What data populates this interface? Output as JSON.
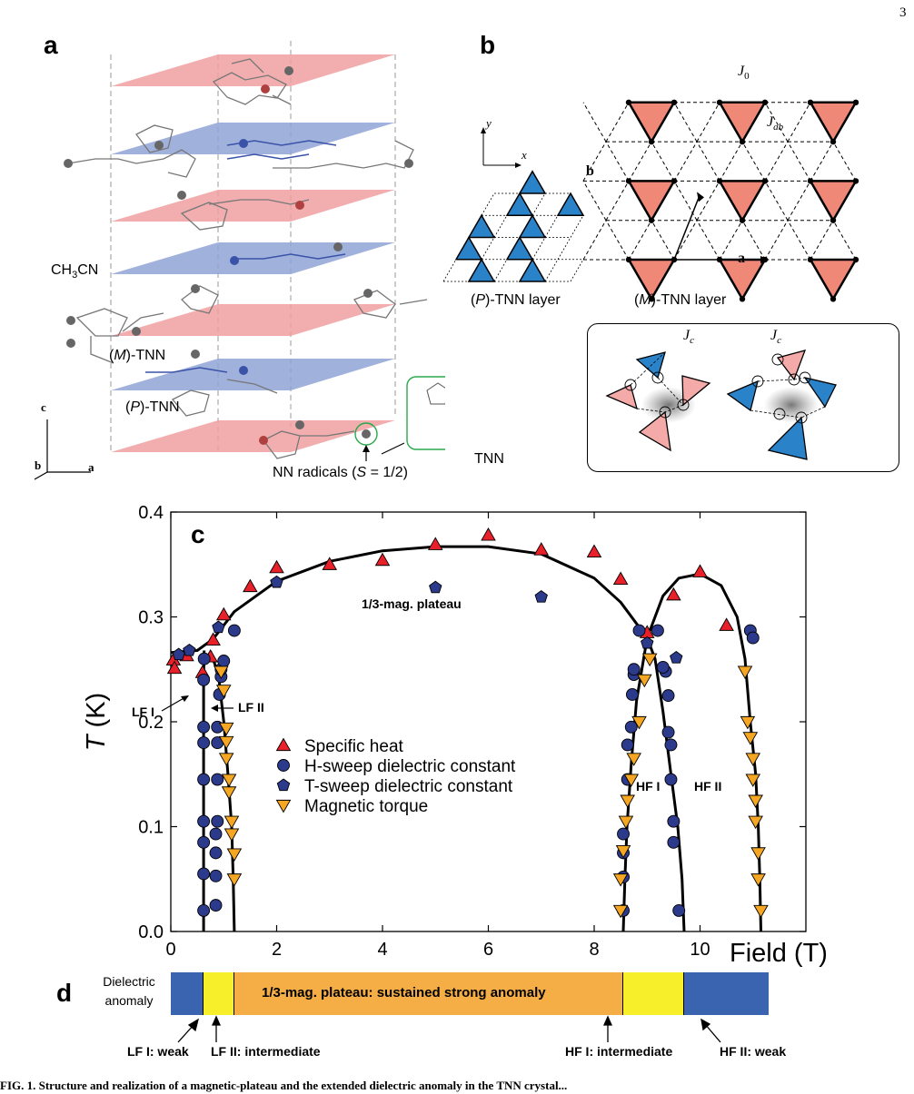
{
  "page_number": "3",
  "panel_a": {
    "letter": "a",
    "solvent_label": "CH",
    "solvent_sub": "3",
    "solvent_tail": "CN",
    "m_layer_prefix": "(",
    "m_layer_italic": "M",
    "m_layer_suffix": ")-TNN",
    "p_layer_prefix": "(",
    "p_layer_italic": "P",
    "p_layer_suffix": ")-TNN",
    "radical_label_prefix": "NN radicals (",
    "radical_label_italic": "S",
    "radical_label_suffix": " = 1/2)",
    "molecule_label": "TNN",
    "axis_c": "c",
    "axis_b": "b",
    "axis_a": "a",
    "colors": {
      "m_layer": "#f0a0a0",
      "p_layer": "#8fa3d6"
    }
  },
  "panel_b": {
    "letter": "b",
    "j0": "J",
    "j0_sub": "0",
    "jab": "J",
    "jab_sub": "ab",
    "vec_a": "a",
    "vec_b": "b",
    "axis_x": "x",
    "axis_y": "y",
    "p_layer_label_prefix": "(",
    "p_layer_label_italic": "P",
    "p_layer_label_suffix": ")-TNN layer",
    "m_layer_label_prefix": "(",
    "m_layer_label_italic": "M",
    "m_layer_label_suffix": ")-TNN layer",
    "jc_left": "J",
    "jc_left_sub": "c",
    "jc_right": "J",
    "jc_right_sub": "c",
    "colors": {
      "m_triangle": "#f08878",
      "p_triangle": "#2a82c8",
      "jc_pink": "#f4aaa8"
    }
  },
  "panel_c": {
    "letter": "c"
  },
  "chart_data": {
    "type": "scatter",
    "title": "",
    "xlabel": "Field (T)",
    "ylabel_italic": "T",
    "ylabel_suffix": " (K)",
    "xlim": [
      0,
      12
    ],
    "ylim": [
      0,
      0.4
    ],
    "xticks": [
      0,
      2,
      4,
      6,
      8,
      10
    ],
    "xtick_labels": [
      "0",
      "2",
      "4",
      "6",
      "8",
      "10"
    ],
    "yticks": [
      0.0,
      0.1,
      0.2,
      0.3,
      0.4
    ],
    "ytick_labels": [
      "0.0",
      "0.1",
      "0.2",
      "0.3",
      "0.4"
    ],
    "region_labels": [
      "1/3-mag. plateau",
      "LF I",
      "LF II",
      "HF I",
      "HF II"
    ],
    "legend_position": "lower-left",
    "series": [
      {
        "name": "Specific heat",
        "marker": "triangle-up",
        "color": "#e8202a",
        "points": [
          [
            0.05,
            0.259
          ],
          [
            0.07,
            0.251
          ],
          [
            0.3,
            0.263
          ],
          [
            0.6,
            0.247
          ],
          [
            0.75,
            0.262
          ],
          [
            0.8,
            0.278
          ],
          [
            1.0,
            0.302
          ],
          [
            1.5,
            0.329
          ],
          [
            2.0,
            0.347
          ],
          [
            3.0,
            0.35
          ],
          [
            4.0,
            0.354
          ],
          [
            5.0,
            0.369
          ],
          [
            6.0,
            0.378
          ],
          [
            7.0,
            0.364
          ],
          [
            8.0,
            0.362
          ],
          [
            8.5,
            0.336
          ],
          [
            9.0,
            0.285
          ],
          [
            9.5,
            0.321
          ],
          [
            10.0,
            0.343
          ],
          [
            10.5,
            0.292
          ]
        ]
      },
      {
        "name": "H-sweep dielectric constant",
        "marker": "circle",
        "color": "#2c3a8c",
        "points": [
          [
            0.62,
            0.02
          ],
          [
            0.62,
            0.055
          ],
          [
            0.62,
            0.085
          ],
          [
            0.62,
            0.105
          ],
          [
            0.62,
            0.145
          ],
          [
            0.62,
            0.18
          ],
          [
            0.62,
            0.195
          ],
          [
            0.62,
            0.24
          ],
          [
            0.63,
            0.26
          ],
          [
            0.85,
            0.025
          ],
          [
            0.85,
            0.053
          ],
          [
            0.85,
            0.075
          ],
          [
            0.85,
            0.093
          ],
          [
            0.88,
            0.105
          ],
          [
            0.88,
            0.145
          ],
          [
            0.88,
            0.18
          ],
          [
            0.88,
            0.195
          ],
          [
            0.92,
            0.226
          ],
          [
            0.95,
            0.243
          ],
          [
            0.95,
            0.25
          ],
          [
            1.0,
            0.258
          ],
          [
            1.2,
            0.287
          ],
          [
            8.55,
            0.02
          ],
          [
            8.55,
            0.052
          ],
          [
            8.55,
            0.075
          ],
          [
            8.55,
            0.093
          ],
          [
            8.63,
            0.145
          ],
          [
            8.63,
            0.178
          ],
          [
            8.7,
            0.195
          ],
          [
            8.72,
            0.226
          ],
          [
            8.75,
            0.245
          ],
          [
            8.75,
            0.25
          ],
          [
            8.85,
            0.287
          ],
          [
            9.6,
            0.02
          ],
          [
            9.5,
            0.085
          ],
          [
            9.5,
            0.105
          ],
          [
            9.45,
            0.145
          ],
          [
            9.45,
            0.178
          ],
          [
            9.4,
            0.19
          ],
          [
            9.4,
            0.225
          ],
          [
            9.35,
            0.248
          ],
          [
            9.3,
            0.252
          ],
          [
            9.2,
            0.287
          ],
          [
            10.95,
            0.287
          ],
          [
            11.0,
            0.28
          ]
        ]
      },
      {
        "name": "T-sweep dielectric constant",
        "marker": "pentagon",
        "color": "#2c3a8c",
        "points": [
          [
            0.15,
            0.264
          ],
          [
            0.35,
            0.268
          ],
          [
            0.9,
            0.29
          ],
          [
            2.0,
            0.333
          ],
          [
            5.0,
            0.328
          ],
          [
            7.0,
            0.319
          ],
          [
            9.0,
            0.275
          ],
          [
            9.55,
            0.261
          ]
        ]
      },
      {
        "name": "Magnetic torque",
        "marker": "triangle-down",
        "color": "#f5a623",
        "points": [
          [
            0.95,
            0.248
          ],
          [
            1.0,
            0.23
          ],
          [
            1.05,
            0.194
          ],
          [
            1.05,
            0.181
          ],
          [
            1.05,
            0.165
          ],
          [
            1.1,
            0.145
          ],
          [
            1.1,
            0.133
          ],
          [
            1.15,
            0.105
          ],
          [
            1.15,
            0.093
          ],
          [
            1.2,
            0.074
          ],
          [
            1.2,
            0.05
          ],
          [
            8.5,
            0.02
          ],
          [
            8.5,
            0.05
          ],
          [
            8.55,
            0.077
          ],
          [
            8.6,
            0.105
          ],
          [
            8.63,
            0.125
          ],
          [
            8.7,
            0.145
          ],
          [
            8.75,
            0.165
          ],
          [
            8.85,
            0.2
          ],
          [
            8.95,
            0.24
          ],
          [
            9.05,
            0.26
          ],
          [
            10.85,
            0.248
          ],
          [
            10.9,
            0.2
          ],
          [
            10.95,
            0.185
          ],
          [
            11.0,
            0.165
          ],
          [
            11.0,
            0.145
          ],
          [
            11.05,
            0.125
          ],
          [
            11.05,
            0.105
          ],
          [
            11.1,
            0.075
          ],
          [
            11.1,
            0.05
          ],
          [
            11.15,
            0.02
          ]
        ]
      }
    ],
    "boundaries": [
      {
        "name": "dome",
        "points": [
          [
            0,
            0.266
          ],
          [
            0.5,
            0.268
          ],
          [
            0.8,
            0.279
          ],
          [
            1.2,
            0.305
          ],
          [
            2,
            0.334
          ],
          [
            3,
            0.353
          ],
          [
            4,
            0.363
          ],
          [
            5,
            0.367
          ],
          [
            6,
            0.367
          ],
          [
            7,
            0.36
          ],
          [
            8,
            0.337
          ],
          [
            8.5,
            0.314
          ],
          [
            9.0,
            0.28
          ]
        ]
      },
      {
        "name": "lfi",
        "points": [
          [
            0.62,
            0.0
          ],
          [
            0.62,
            0.15
          ],
          [
            0.62,
            0.24
          ],
          [
            0.63,
            0.268
          ]
        ]
      },
      {
        "name": "lfii",
        "points": [
          [
            1.2,
            0.0
          ],
          [
            1.18,
            0.05
          ],
          [
            1.15,
            0.1
          ],
          [
            1.08,
            0.15
          ],
          [
            1.0,
            0.2
          ],
          [
            0.9,
            0.245
          ],
          [
            0.75,
            0.267
          ]
        ]
      },
      {
        "name": "hfi",
        "points": [
          [
            8.55,
            0.0
          ],
          [
            8.58,
            0.05
          ],
          [
            8.62,
            0.1
          ],
          [
            8.7,
            0.16
          ],
          [
            8.8,
            0.22
          ],
          [
            9.0,
            0.28
          ],
          [
            9.3,
            0.32
          ],
          [
            9.6,
            0.337
          ],
          [
            10.0,
            0.341
          ],
          [
            10.4,
            0.33
          ],
          [
            10.7,
            0.3
          ],
          [
            10.85,
            0.26
          ],
          [
            10.95,
            0.2
          ],
          [
            11.05,
            0.15
          ],
          [
            11.1,
            0.1
          ],
          [
            11.13,
            0.05
          ],
          [
            11.15,
            0.0
          ]
        ]
      },
      {
        "name": "hfii",
        "points": [
          [
            9.7,
            0.0
          ],
          [
            9.66,
            0.05
          ],
          [
            9.58,
            0.1
          ],
          [
            9.45,
            0.15
          ],
          [
            9.3,
            0.21
          ],
          [
            9.15,
            0.26
          ],
          [
            9.0,
            0.28
          ]
        ]
      }
    ]
  },
  "panel_d": {
    "letter": "d",
    "row_label_line1": "Dielectric",
    "row_label_line2": "anomaly",
    "plateau_text": "1/3-mag. plateau: sustained strong anomaly",
    "segments": [
      {
        "from": 0.0,
        "to": 0.62,
        "color": "#3a63b0"
      },
      {
        "from": 0.62,
        "to": 1.2,
        "color": "#f7ef2a"
      },
      {
        "from": 1.2,
        "to": 8.55,
        "color": "#f5ad45"
      },
      {
        "from": 8.55,
        "to": 9.7,
        "color": "#f7ef2a"
      },
      {
        "from": 9.7,
        "to": 11.3,
        "color": "#3a63b0"
      }
    ],
    "callouts": [
      "LF I: weak",
      "LF II: intermediate",
      "HF I: intermediate",
      "HF II: weak"
    ]
  },
  "caption": "FIG. 1. Structure and realization of a magnetic-plateau and the extended dielectric anomaly in the TNN crystal..."
}
